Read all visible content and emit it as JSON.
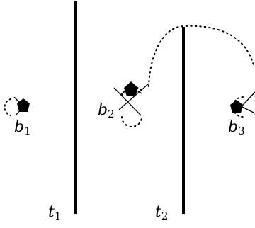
{
  "diagram": {
    "boundary_labels": [
      {
        "main": "t",
        "sub": "1"
      },
      {
        "main": "t",
        "sub": "2"
      }
    ],
    "point_labels": [
      {
        "main": "b",
        "sub": "1"
      },
      {
        "main": "b",
        "sub": "2"
      },
      {
        "main": "b",
        "sub": "3"
      }
    ],
    "colors": {
      "ink": "#000000",
      "background": "#ffffff"
    }
  }
}
